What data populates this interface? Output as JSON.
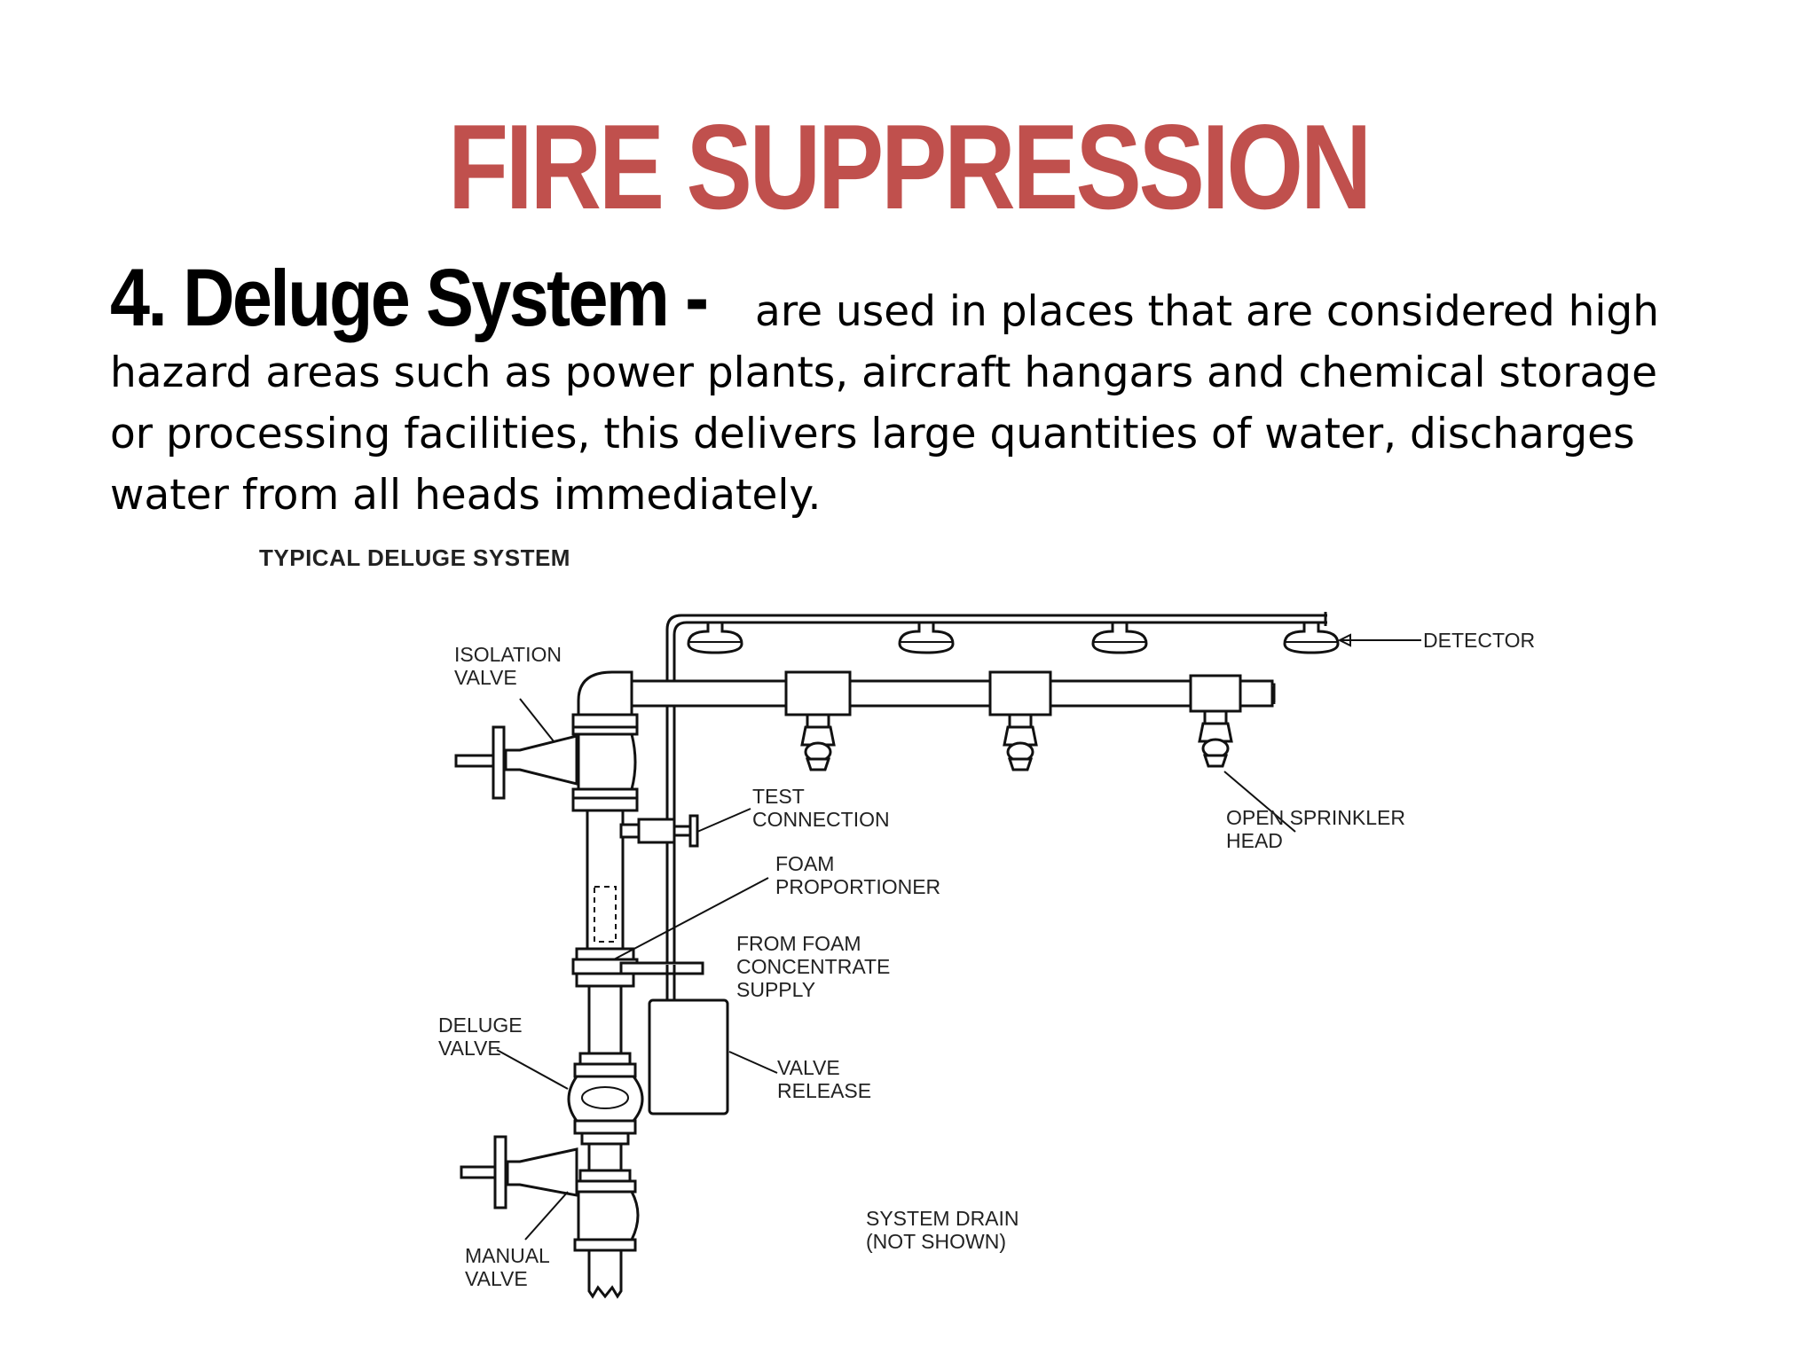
{
  "slide": {
    "title": "FIRE SUPPRESSION",
    "lead": "4. Deluge System -",
    "body": " are used in places that are considered high hazard areas such as power plants, aircraft hangars and chemical storage or processing facilities, this delivers large quantities of water, discharges water from all heads immediately."
  },
  "diagram": {
    "title": "TYPICAL DELUGE SYSTEM",
    "labels": {
      "detector": "DETECTOR",
      "isolation_valve_1": "ISOLATION",
      "isolation_valve_2": "VALVE",
      "test_connection_1": "TEST",
      "test_connection_2": "CONNECTION",
      "foam_proportioner_1": "FOAM",
      "foam_proportioner_2": "PROPORTIONER",
      "foam_supply_1": "FROM FOAM",
      "foam_supply_2": "CONCENTRATE",
      "foam_supply_3": "SUPPLY",
      "open_sprinkler_1": "OPEN SPRINKLER",
      "open_sprinkler_2": "HEAD",
      "deluge_valve_1": "DELUGE",
      "deluge_valve_2": "VALVE",
      "valve_release_1": "VALVE",
      "valve_release_2": "RELEASE",
      "system_drain_1": "SYSTEM DRAIN",
      "system_drain_2": "(NOT SHOWN)",
      "manual_valve_1": "MANUAL",
      "manual_valve_2": "VALVE"
    }
  },
  "colors": {
    "title": "#c0504d",
    "text": "#000000",
    "line": "#111111"
  }
}
